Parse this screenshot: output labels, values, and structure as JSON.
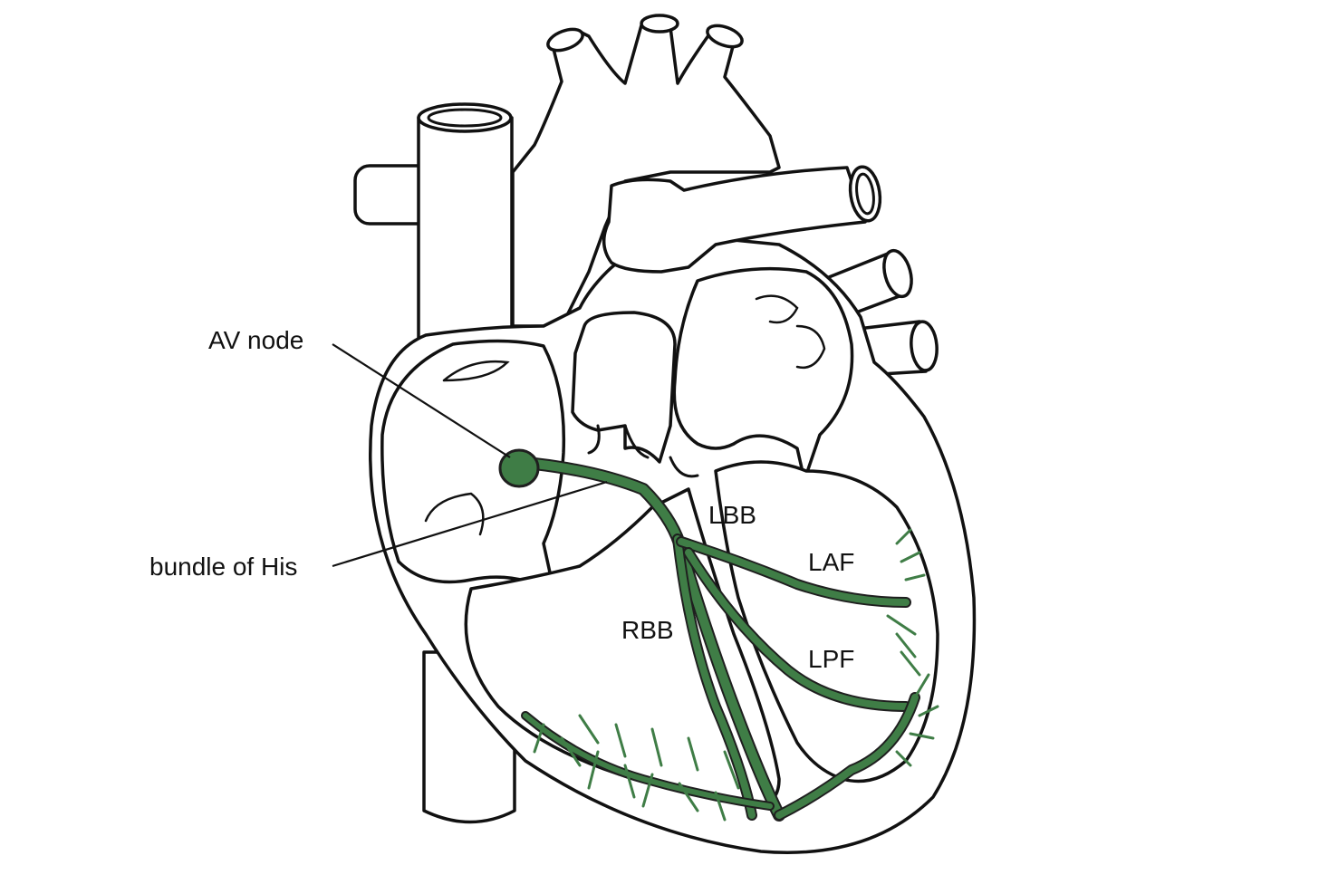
{
  "diagram": {
    "labels": {
      "av_node": "AV node",
      "bundle_of_his": "bundle of His",
      "lbb": "LBB",
      "laf": "LAF",
      "rbb": "RBB",
      "lpf": "LPF"
    },
    "colors": {
      "conduction": "#3f7d46",
      "outline": "#111111",
      "background": "#ffffff"
    }
  }
}
